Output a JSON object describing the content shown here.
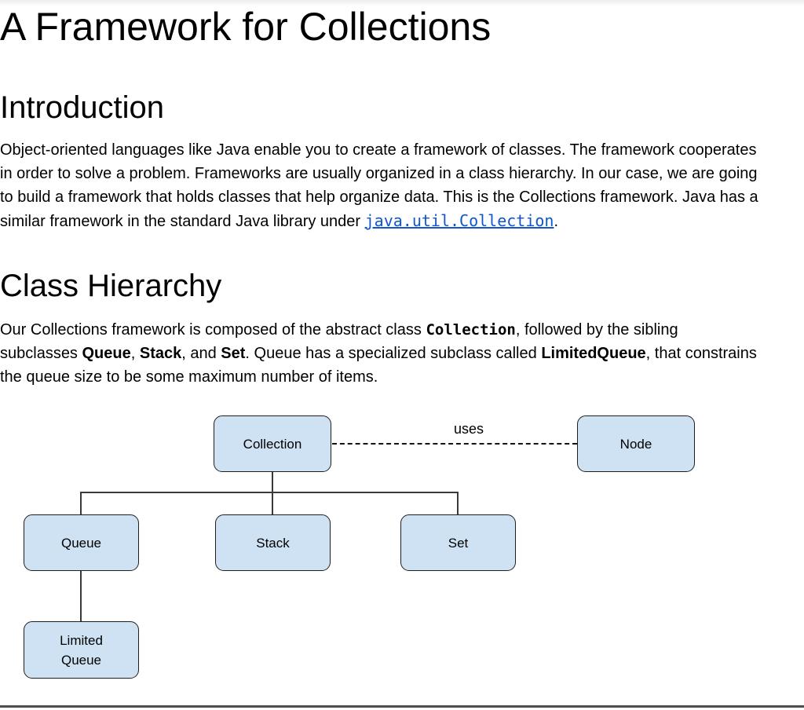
{
  "colors": {
    "box_fill": "#cfe2f3",
    "box_border": "#1f1f1f",
    "line": "#3a3a3a",
    "link": "#1155cc"
  },
  "document": {
    "title": "A Framework for Collections",
    "intro": {
      "heading": "Introduction",
      "body": "Object-oriented languages like Java enable you to create a framework of classes. The framework cooperates in order to solve a problem. Frameworks are usually organized in a class hierarchy. In our case, we are going to build a framework that holds classes that help organize data. This is the Collections framework. Java has a similar framework in the standard Java library under ",
      "link_text": "java.util.Collection",
      "after_link": "."
    },
    "class_hierarchy": {
      "heading": "Class Hierarchy",
      "runs": {
        "r1": "Our Collections framework is composed of the abstract class ",
        "code1": "Collection",
        "r2": ", followed by the sibling subclasses ",
        "b1": "Queue",
        "r3": ", ",
        "b2": "Stack",
        "r4": ", and ",
        "b3": "Set",
        "r5": ". Queue has a specialized subclass called ",
        "b4": "LimitedQueue",
        "r6": ", that constrains the queue size to be some maximum number of items."
      }
    }
  },
  "diagram": {
    "relation_label": "uses",
    "nodes": {
      "collection": "Collection",
      "node": "Node",
      "queue": "Queue",
      "stack": "Stack",
      "set": "Set",
      "limited_queue": "Limited\nQueue"
    }
  }
}
